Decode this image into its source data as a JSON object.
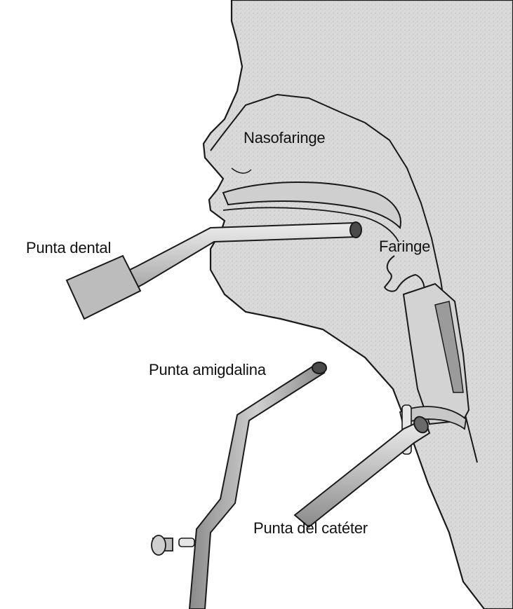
{
  "labels": {
    "nasopharynx": "Nasofaringe",
    "pharynx": "Faringe",
    "dental_tip": "Punta dental",
    "tonsil_tip": "Punta amigdalina",
    "catheter_tip": "Punta del catéter"
  },
  "colors": {
    "head_fill": "#d9d9d9",
    "airway_fill": "#c9c9c9",
    "tube_fill": "#bdbdbd",
    "outline": "#1a1a1a",
    "label_text": "#111111"
  },
  "icons": {
    "head": "head-profile-icon",
    "dental_tube": "dental-suction-tip-icon",
    "tonsil_tube": "tonsil-suction-tip-icon",
    "catheter": "catheter-tip-icon"
  }
}
